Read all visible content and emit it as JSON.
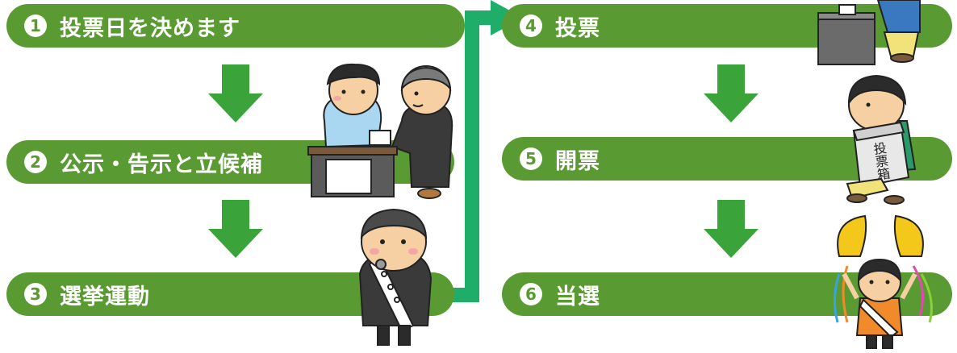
{
  "steps": [
    {
      "number": "1",
      "label": "投票日を決めます"
    },
    {
      "number": "2",
      "label": "公示・告示と立候補"
    },
    {
      "number": "3",
      "label": "選挙運動"
    },
    {
      "number": "4",
      "label": "投票"
    },
    {
      "number": "5",
      "label": "開票"
    },
    {
      "number": "6",
      "label": "当選"
    }
  ],
  "ballot_box_text": "投票箱",
  "colors": {
    "pill_green": "#5a9a32",
    "arrow_green": "#3aa33a",
    "connector_green": "#1fae6a"
  }
}
